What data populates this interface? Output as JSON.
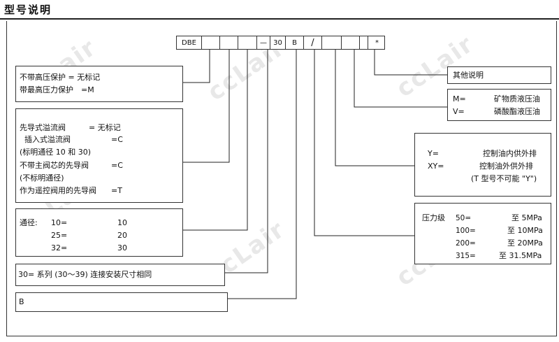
{
  "header": {
    "title": "型号说明"
  },
  "code": {
    "c1": "DBE",
    "c2": "",
    "c3": "",
    "c4": "",
    "c5": "—",
    "c6": "30",
    "c7": "B",
    "c8": "/",
    "c9": "",
    "c10": "",
    "c11": "",
    "c12": "*"
  },
  "pilot": {
    "line1": "不带高压保护 = 无标记",
    "line2": "带最高压力保护　=M"
  },
  "valve_type": {
    "r1a": "先导式溢流阀",
    "r1b": "= 无标记",
    "r2a": "插入式溢流阀",
    "r2b": "=C",
    "r3": "(标明通径 10 和 30)",
    "r4a": "不带主阀芯的先导阀",
    "r4b": "=C",
    "r5": "(不标明通径)",
    "r6a": "作为遥控阀用的先导阀",
    "r6b": "=T"
  },
  "bore": {
    "label": "通径:",
    "rows": [
      {
        "k": "10=",
        "v": "10"
      },
      {
        "k": "25=",
        "v": "20"
      },
      {
        "k": "32=",
        "v": "30"
      }
    ]
  },
  "series": {
    "text": "30= 系列 (30～39) 连接安装尺寸相同"
  },
  "b_box": {
    "text": "B"
  },
  "other": {
    "text": "其他说明"
  },
  "oil": {
    "r1a": "M=",
    "r1b": "矿物质液压油",
    "r2a": "V=",
    "r2b": "磷酸酯液压油"
  },
  "drain": {
    "r1a": "Y=",
    "r1b": "控制油内供外排",
    "r2a": "XY=",
    "r2b": "控制油外供外排",
    "r3": "(T 型号不可能 \"Y\")"
  },
  "pressure": {
    "label": "压力级",
    "rows": [
      {
        "k": "50=",
        "v": "至 5MPa"
      },
      {
        "k": "100=",
        "v": "至 10MPa"
      },
      {
        "k": "200=",
        "v": "至 20MPa"
      },
      {
        "k": "315=",
        "v": "至 31.5MPa"
      }
    ]
  },
  "watermark": {
    "text": "ccLair"
  }
}
